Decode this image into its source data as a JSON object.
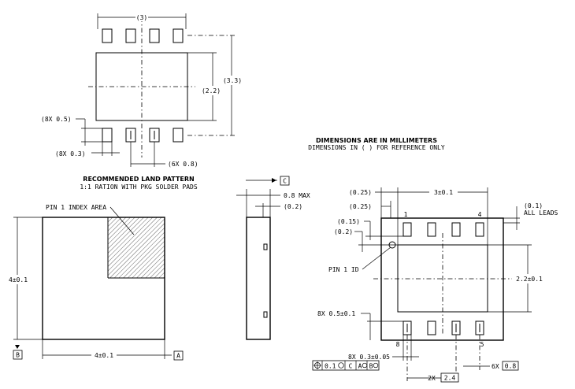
{
  "land_pattern": {
    "dim_width": "(3)",
    "dim_height": "(3.3)",
    "dim_center": "(2.2)",
    "dim_pad_len": "(8X 0.5)",
    "dim_pad_w": "(8X 0.3)",
    "dim_pitch": "(6X 0.8)",
    "title": "RECOMMENDED LAND PATTERN",
    "subtitle": "1:1 RATION WITH PKG SOLDER PADS"
  },
  "notes": {
    "title": "DIMENSIONS ARE IN MILLIMETERS",
    "subtitle": "DIMENSIONS IN ( ) FOR REFERENCE ONLY"
  },
  "top_view": {
    "pin1_area": "PIN 1 INDEX AREA",
    "dim_height": "4±0.1",
    "dim_width": "4±0.1",
    "datum_b": "B",
    "datum_a": "A"
  },
  "side_view": {
    "datum_c": "C",
    "dim_max": "0.8 MAX",
    "dim_ref": "(0.2)"
  },
  "bottom_view": {
    "dim_025_a": "(0.25)",
    "dim_025_b": "(0.25)",
    "dim_width": "3±0.1",
    "dim_015": "(0.15)",
    "dim_02": "(0.2)",
    "dim_01": "(0.1)",
    "all_leads": "ALL LEADS",
    "pin1_id": "PIN 1 ID",
    "dim_height": "2.2±0.1",
    "dim_len": "8X 0.5±0.1",
    "dim_w": "8X 0.3±0.05",
    "pin_1": "1",
    "pin_4": "4",
    "pin_8": "8",
    "pin_5": "5",
    "fcf_tol": "0.1",
    "fcf_c": "C",
    "fcf_a": "A",
    "fcf_b": "B",
    "dim_pitch_label": "6X",
    "dim_pitch_val": "0.8",
    "dim_span_label": "2X",
    "dim_span_val": "2.4"
  }
}
